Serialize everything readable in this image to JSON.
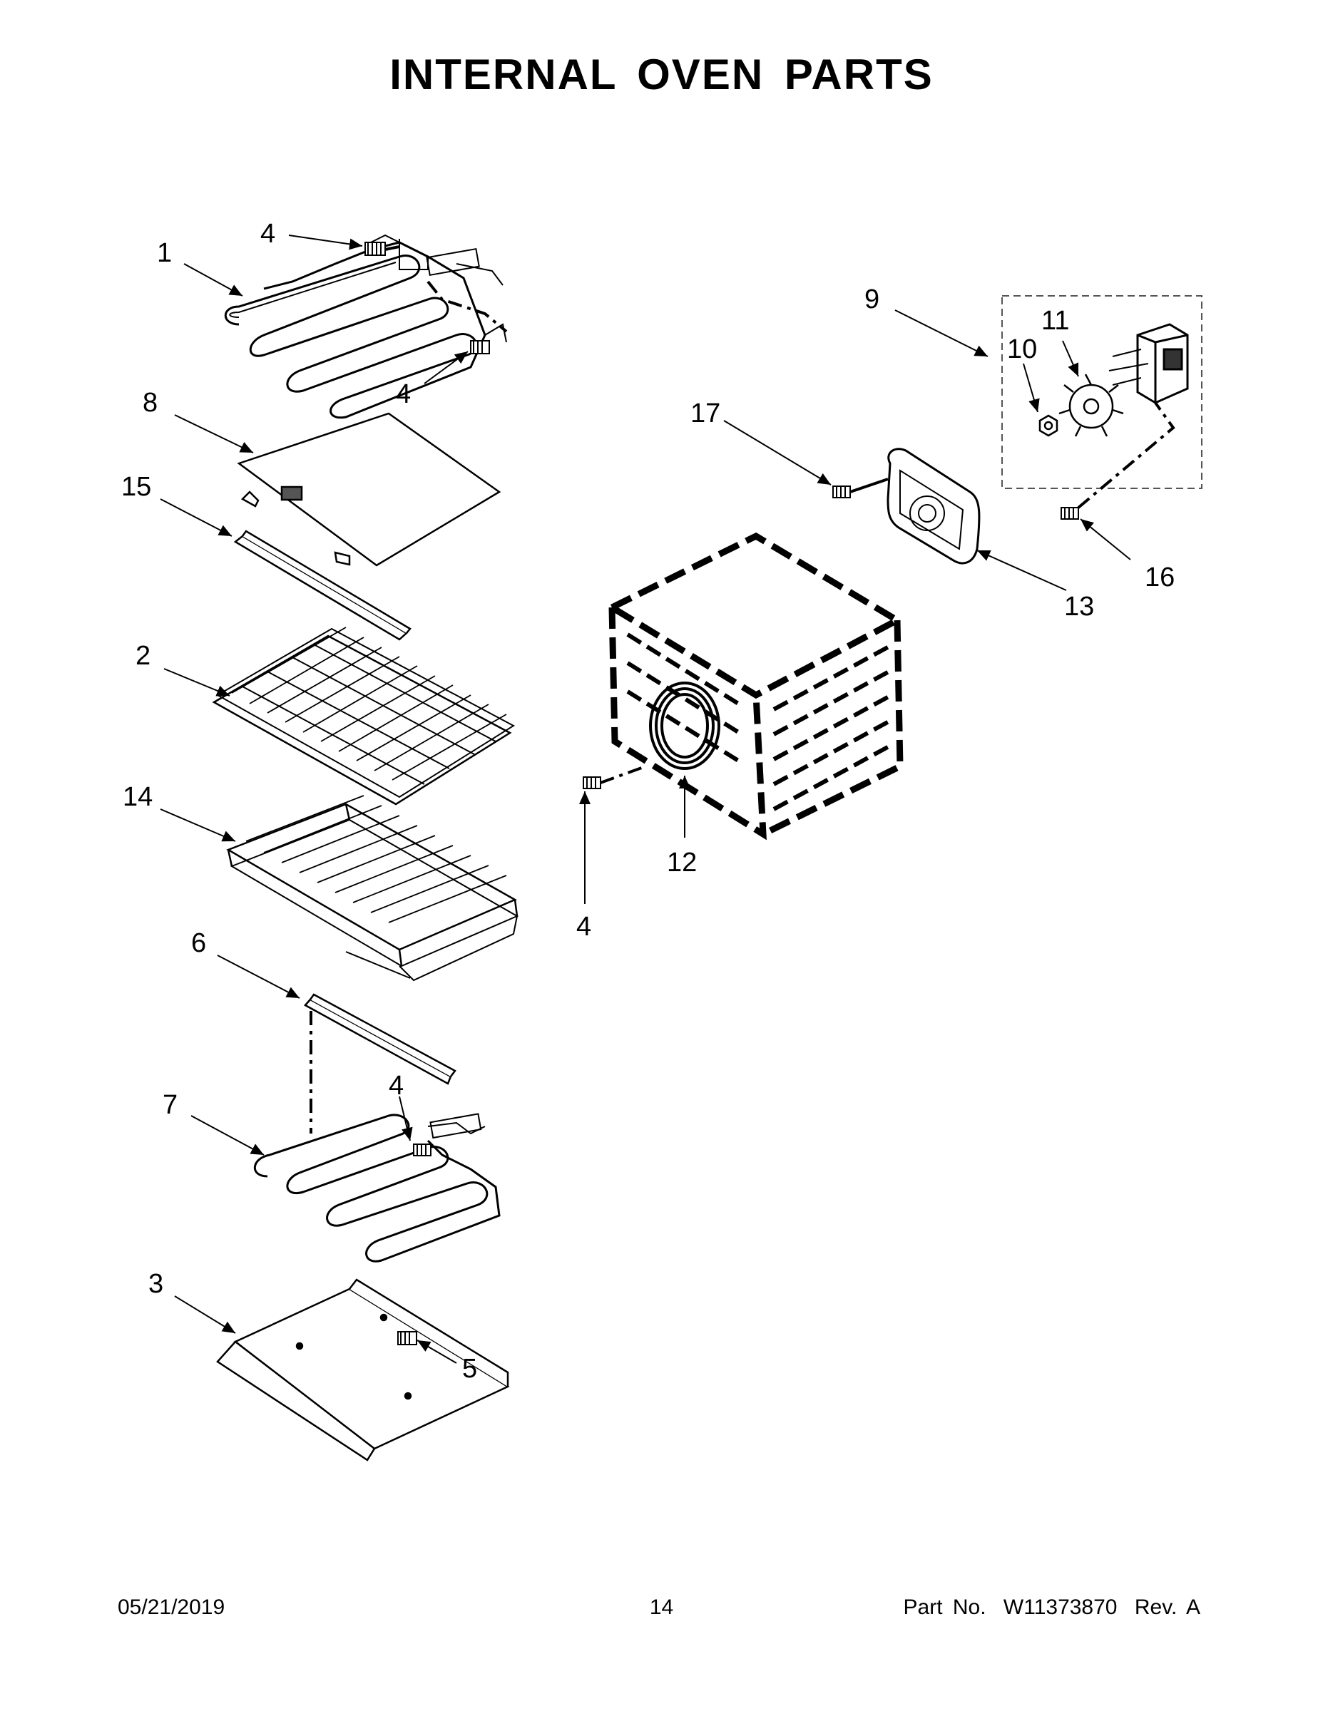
{
  "page": {
    "title": "INTERNAL OVEN PARTS"
  },
  "callouts": {
    "c1": "1",
    "c2": "2",
    "c3": "3",
    "c4a": "4",
    "c4b": "4",
    "c4c": "4",
    "c4d": "4",
    "c5": "5",
    "c6": "6",
    "c7": "7",
    "c8": "8",
    "c9": "9",
    "c10": "10",
    "c11": "11",
    "c12": "12",
    "c13": "13",
    "c14": "14",
    "c15": "15",
    "c16": "16",
    "c17": "17"
  },
  "footer": {
    "date": "05/21/2019",
    "page_number": "14",
    "part_label": "Part No.",
    "part_number": "W11373870",
    "revision": "Rev. A"
  }
}
